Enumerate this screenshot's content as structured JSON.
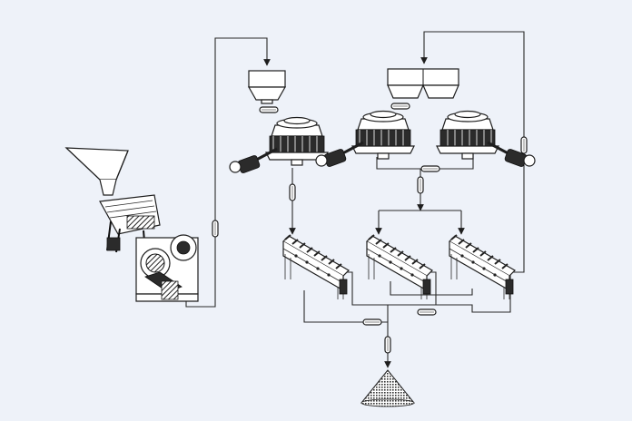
{
  "diagram": {
    "type": "process-flow",
    "labels": [],
    "colors": {
      "background": "#eef2f9",
      "line": "#2a2a2a",
      "equipment_fill": "#ffffff",
      "equipment_dark": "#2b2b2b"
    },
    "equipment": [
      {
        "id": "feed-hopper",
        "icon": "hopper-icon"
      },
      {
        "id": "vibrating-feeder",
        "icon": "vibrating-feeder-icon"
      },
      {
        "id": "jaw-crusher",
        "icon": "jaw-crusher-icon"
      },
      {
        "id": "single-bin",
        "icon": "storage-bin-icon"
      },
      {
        "id": "double-bin",
        "icon": "storage-bin-icon"
      },
      {
        "id": "cone-crusher-1",
        "icon": "cone-crusher-icon"
      },
      {
        "id": "cone-crusher-2",
        "icon": "cone-crusher-icon"
      },
      {
        "id": "cone-crusher-3",
        "icon": "cone-crusher-icon"
      },
      {
        "id": "vibrating-screen-1",
        "icon": "vibrating-screen-icon"
      },
      {
        "id": "vibrating-screen-2",
        "icon": "vibrating-screen-icon"
      },
      {
        "id": "vibrating-screen-3",
        "icon": "vibrating-screen-icon"
      },
      {
        "id": "product-stockpile",
        "icon": "stockpile-icon"
      }
    ]
  }
}
